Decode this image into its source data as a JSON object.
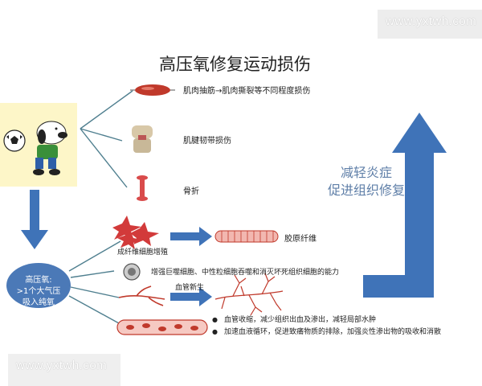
{
  "watermark_top": "www.yxtwh.com",
  "watermark_bottom": "www.yxtwh.com",
  "title": "高压氧修复运动损伤",
  "injuries": [
    {
      "label": "肌肉抽筋→肌肉撕裂等不同程度损伤"
    },
    {
      "label": "肌腱韧带损伤"
    },
    {
      "label": "骨折"
    }
  ],
  "fibroblast_label": "成纤维细胞增殖",
  "collagen_label": "胶原纤维",
  "phagocyte_label": "增强巨噬细胞、中性粒细胞吞噬和消灭坏死组织细胞的能力",
  "angiogenesis_label": "血管新生",
  "bullets": [
    "血管收缩，减少组织出血及渗出，减轻局部水肿",
    "加速血液循环，促进致痛物质的排除，加强炎性渗出物的吸收和消散"
  ],
  "oval_lines": [
    "高压氧:",
    ">1个大气压",
    "吸入纯氧"
  ],
  "arrow_text": [
    "减轻炎症",
    "促进组织修复"
  ],
  "colors": {
    "accent_blue": "#3f73b8",
    "muscle_red": "#c0392b",
    "oval": "#4b79b7",
    "cartoon_bg": "#fdf6c8"
  }
}
